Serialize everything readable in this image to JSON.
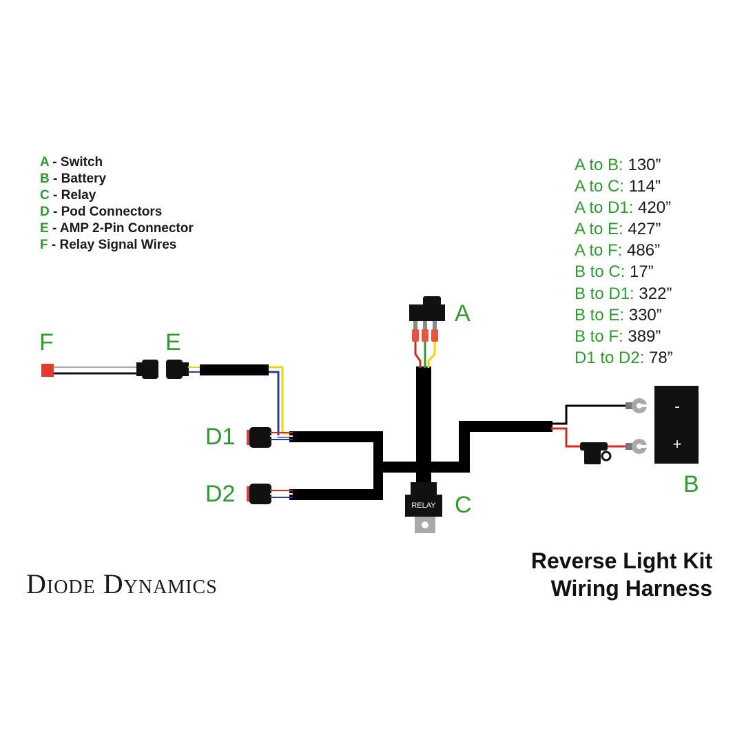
{
  "legend": [
    {
      "key": "A",
      "text": " - Switch"
    },
    {
      "key": "B",
      "text": " - Battery"
    },
    {
      "key": "C",
      "text": " - Relay"
    },
    {
      "key": "D",
      "text": " - Pod Connectors"
    },
    {
      "key": "E",
      "text": " - AMP 2-Pin Connector"
    },
    {
      "key": "F",
      "text": " - Relay Signal Wires"
    }
  ],
  "lengths": [
    {
      "pair": "A to B:",
      "value": " 130”"
    },
    {
      "pair": "A to C:",
      "value": " 114”"
    },
    {
      "pair": "A to D1:",
      "value": " 420”"
    },
    {
      "pair": "A to E:",
      "value": " 427”"
    },
    {
      "pair": "A to F:",
      "value": " 486”"
    },
    {
      "pair": "B to C:",
      "value": " 17”"
    },
    {
      "pair": "B to D1:",
      "value": " 322”"
    },
    {
      "pair": "B to E:",
      "value": " 330”"
    },
    {
      "pair": "B to F:",
      "value": " 389”"
    },
    {
      "pair": "D1 to D2:",
      "value": " 78”"
    }
  ],
  "labels": {
    "a": "A",
    "b": "B",
    "c": "C",
    "d1": "D1",
    "d2": "D2",
    "e": "E",
    "f": "F"
  },
  "relay_text": "RELAY",
  "battery": {
    "minus": "-",
    "plus": "+"
  },
  "brand": "Diode Dynamics",
  "title": {
    "line1": "Reverse Light Kit",
    "line2": "Wiring Harness"
  },
  "colors": {
    "label_green": "#2f9a2f",
    "harness": "#000000",
    "wire_red": "#d6281e",
    "wire_yellow": "#f2d20a",
    "wire_blue": "#2a3d9c",
    "wire_green": "#2f9a2f"
  },
  "icons": [
    "switch-icon",
    "relay-icon",
    "battery-icon",
    "fuse-holder-icon",
    "pod-connector-icon",
    "amp-connector-icon",
    "spade-terminal-icon",
    "ring-terminal-icon"
  ]
}
